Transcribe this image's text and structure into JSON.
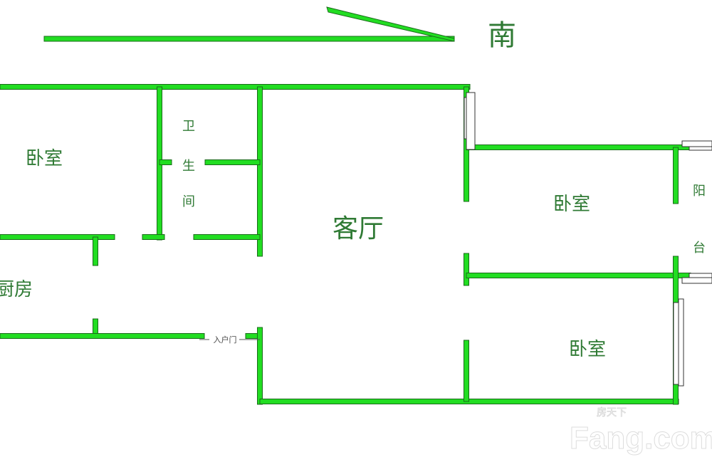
{
  "compass": {
    "direction_label": "南"
  },
  "rooms": {
    "bedroom_northwest": "卧室",
    "bathroom": [
      "卫",
      "生",
      "间"
    ],
    "living_room": "客厅",
    "bedroom_east_upper": "卧室",
    "bedroom_east_lower": "卧室",
    "balcony": [
      "阳",
      "台"
    ],
    "kitchen": "厨房",
    "entrance_door": "入户门"
  },
  "watermark": {
    "brand_cn": "房天下",
    "brand_en": "Fang.com"
  },
  "colors": {
    "wall": "#22dd22",
    "text": "#2f7a34"
  }
}
